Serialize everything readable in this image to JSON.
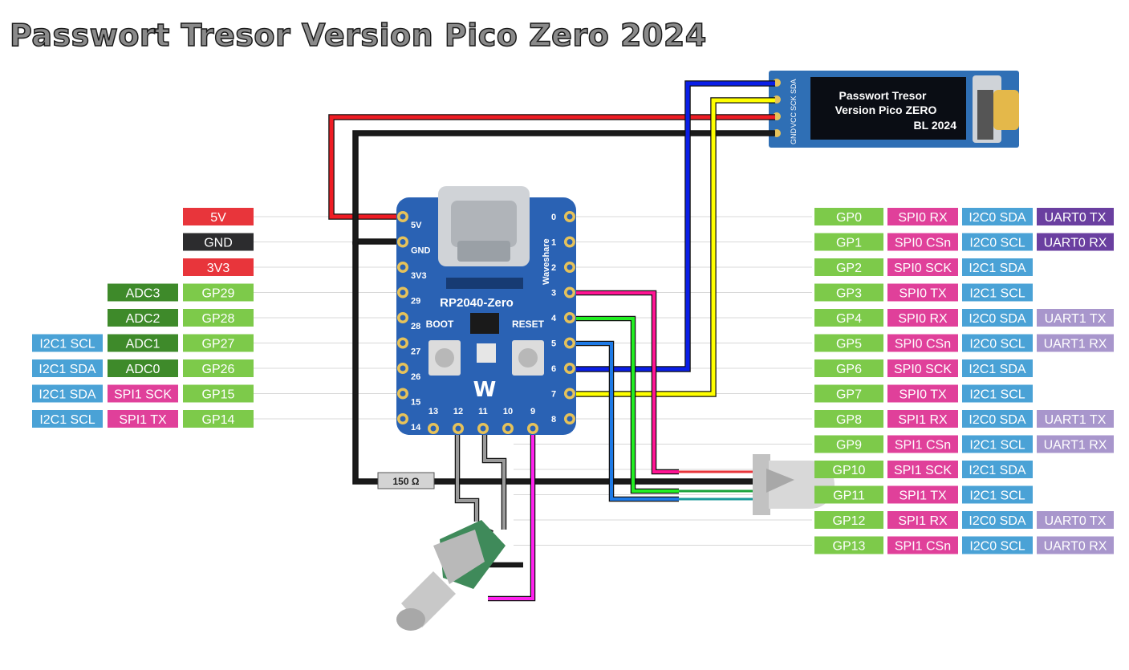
{
  "title": "Passwort Tresor Version Pico Zero 2024",
  "oled": {
    "lines": [
      "Passwort Tresor",
      "Version Pico ZERO",
      "BL 2024"
    ],
    "pins": [
      "SDA",
      "SCK",
      "VCC",
      "GND"
    ]
  },
  "board": {
    "name": "RP2040-Zero",
    "brand": "Waveshare",
    "boot": "BOOT",
    "reset": "RESET",
    "left_pins": [
      "5V",
      "GND",
      "3V3",
      "29",
      "28",
      "27",
      "26",
      "15",
      "14"
    ],
    "right_pins": [
      "0",
      "1",
      "2",
      "3",
      "4",
      "5",
      "6",
      "7",
      "8"
    ],
    "bottom_pins": [
      "13",
      "12",
      "11",
      "10",
      "9"
    ]
  },
  "resistor": "150 Ω",
  "colors": {
    "red": "#e8353b",
    "black": "#2c2c2e",
    "lightgreen": "#7dca4a",
    "darkgreen": "#3e8a2a",
    "blue": "#4aa2d6",
    "pink": "#e0409a",
    "purple": "#6a3fa0",
    "lightpurple": "#a896cc"
  },
  "left_rows": [
    [
      {
        "t": "5V",
        "c": "red"
      }
    ],
    [
      {
        "t": "GND",
        "c": "black"
      }
    ],
    [
      {
        "t": "3V3",
        "c": "red"
      }
    ],
    [
      {
        "t": "ADC3",
        "c": "darkgreen"
      },
      {
        "t": "GP29",
        "c": "lightgreen"
      }
    ],
    [
      {
        "t": "ADC2",
        "c": "darkgreen"
      },
      {
        "t": "GP28",
        "c": "lightgreen"
      }
    ],
    [
      {
        "t": "I2C1 SCL",
        "c": "blue"
      },
      {
        "t": "ADC1",
        "c": "darkgreen"
      },
      {
        "t": "GP27",
        "c": "lightgreen"
      }
    ],
    [
      {
        "t": "I2C1 SDA",
        "c": "blue"
      },
      {
        "t": "ADC0",
        "c": "darkgreen"
      },
      {
        "t": "GP26",
        "c": "lightgreen"
      }
    ],
    [
      {
        "t": "I2C1 SDA",
        "c": "blue"
      },
      {
        "t": "SPI1 SCK",
        "c": "pink"
      },
      {
        "t": "GP15",
        "c": "lightgreen"
      }
    ],
    [
      {
        "t": "I2C1 SCL",
        "c": "blue"
      },
      {
        "t": "SPI1 TX",
        "c": "pink"
      },
      {
        "t": "GP14",
        "c": "lightgreen"
      }
    ]
  ],
  "right_rows": [
    [
      "GP0",
      "SPI0 RX",
      "I2C0 SDA",
      {
        "t": "UART0 TX",
        "c": "purple"
      }
    ],
    [
      "GP1",
      "SPI0 CSn",
      "I2C0 SCL",
      {
        "t": "UART0 RX",
        "c": "purple"
      }
    ],
    [
      "GP2",
      "SPI0 SCK",
      "I2C1 SDA",
      null
    ],
    [
      "GP3",
      "SPI0 TX",
      "I2C1 SCL",
      null
    ],
    [
      "GP4",
      "SPI0 RX",
      "I2C0 SDA",
      {
        "t": "UART1 TX",
        "c": "lightpurple"
      }
    ],
    [
      "GP5",
      "SPI0 CSn",
      "I2C0 SCL",
      {
        "t": "UART1 RX",
        "c": "lightpurple"
      }
    ],
    [
      "GP6",
      "SPI0 SCK",
      "I2C1 SDA",
      null
    ],
    [
      "GP7",
      "SPI0 TX",
      "I2C1 SCL",
      null
    ],
    [
      "GP8",
      "SPI1 RX",
      "I2C0 SDA",
      {
        "t": "UART1 TX",
        "c": "lightpurple"
      }
    ],
    [
      "GP9",
      "SPI1 CSn",
      "I2C1 SCL",
      {
        "t": "UART1 RX",
        "c": "lightpurple"
      }
    ],
    [
      "GP10",
      "SPI1 SCK",
      "I2C1 SDA",
      null
    ],
    [
      "GP11",
      "SPI1 TX",
      "I2C1 SCL",
      null
    ],
    [
      "GP12",
      "SPI1 RX",
      "I2C0 SDA",
      {
        "t": "UART0 TX",
        "c": "lightpurple"
      }
    ],
    [
      "GP13",
      "SPI1 CSn",
      "I2C0 SCL",
      {
        "t": "UART0 RX",
        "c": "lightpurple"
      }
    ]
  ]
}
